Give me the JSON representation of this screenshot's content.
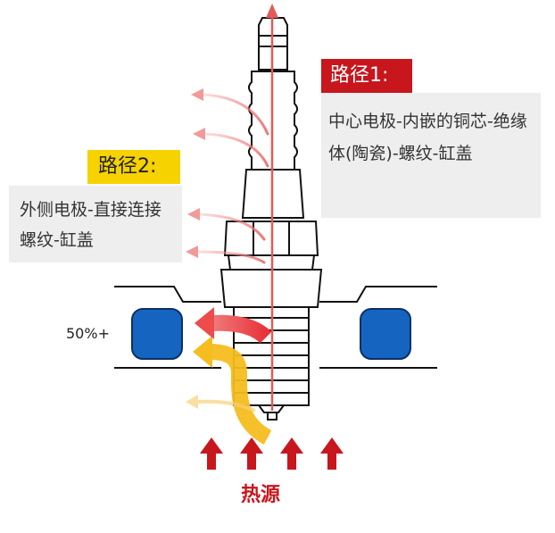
{
  "path1": {
    "title": "路径1:",
    "description": "中心电极-内嵌的铜芯-绝缘体(陶瓷)-螺纹-缸盖",
    "color": "#c8161d"
  },
  "path2": {
    "title": "路径2:",
    "description": "外侧电极-直接连接螺纹-缸盖",
    "color": "#f5d200"
  },
  "percentage": "50%+",
  "heat_source": "热源",
  "colors": {
    "heat_arrow": "#c8161d",
    "cylinder_block": "#1565c0",
    "label_background": "#eeeeee"
  },
  "icons": [
    "spark-plug-icon",
    "heat-arrow-icon",
    "cylinder-block-icon"
  ]
}
